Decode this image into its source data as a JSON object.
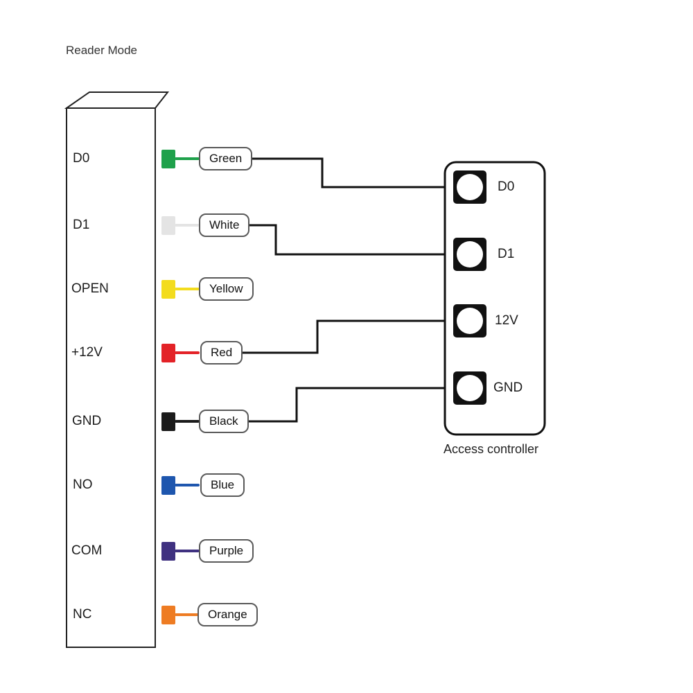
{
  "title": "Reader Mode",
  "colors": {
    "wire_line": "#111111",
    "box_border": "#222222",
    "pill_border": "#595959",
    "terminal_block": "#111111"
  },
  "reader": {
    "terminals": [
      {
        "label": "D0",
        "wire_label": "Green",
        "wire_color": "#1fa14b"
      },
      {
        "label": "D1",
        "wire_label": "White",
        "wire_color": "#e4e4e4"
      },
      {
        "label": "OPEN",
        "wire_label": "Yellow",
        "wire_color": "#f3dc1e"
      },
      {
        "label": "+12V",
        "wire_label": "Red",
        "wire_color": "#e32227"
      },
      {
        "label": "GND",
        "wire_label": "Black",
        "wire_color": "#1b1b1b"
      },
      {
        "label": "NO",
        "wire_label": "Blue",
        "wire_color": "#1e56ae"
      },
      {
        "label": "COM",
        "wire_label": "Purple",
        "wire_color": "#3f3180"
      },
      {
        "label": "NC",
        "wire_label": "Orange",
        "wire_color": "#ee7c23"
      }
    ]
  },
  "controller": {
    "caption": "Access controller",
    "terminals": [
      {
        "label": "D0"
      },
      {
        "label": "D1"
      },
      {
        "label": "12V"
      },
      {
        "label": "GND"
      }
    ]
  }
}
